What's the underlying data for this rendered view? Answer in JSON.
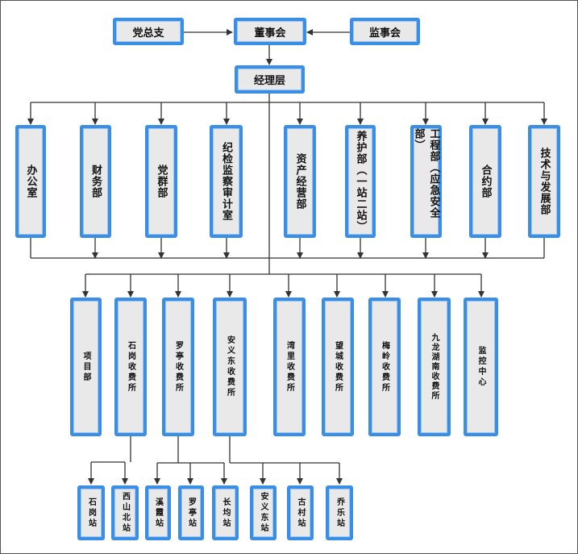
{
  "top": {
    "party_branch": "党总支",
    "board": "董事会",
    "supervisors": "监事会",
    "managers": "经理层"
  },
  "departments": [
    "办公室",
    "财务部",
    "党群部",
    "纪检监察审计室",
    "资产经营部",
    "养护部（一站二站）",
    "工程部（应急安全部）",
    "合约部",
    "技术与发展部"
  ],
  "units": [
    "项目部",
    "石岗收费所",
    "罗亭收费所",
    "安义东收费所",
    "湾里收费所",
    "望城收费所",
    "梅岭收费所",
    "九龙湖南收费所",
    "监控中心"
  ],
  "stations": [
    "石岗站",
    "西山北站",
    "溪霞站",
    "罗亭站",
    "长均站",
    "安义东站",
    "古村站",
    "乔乐站"
  ]
}
